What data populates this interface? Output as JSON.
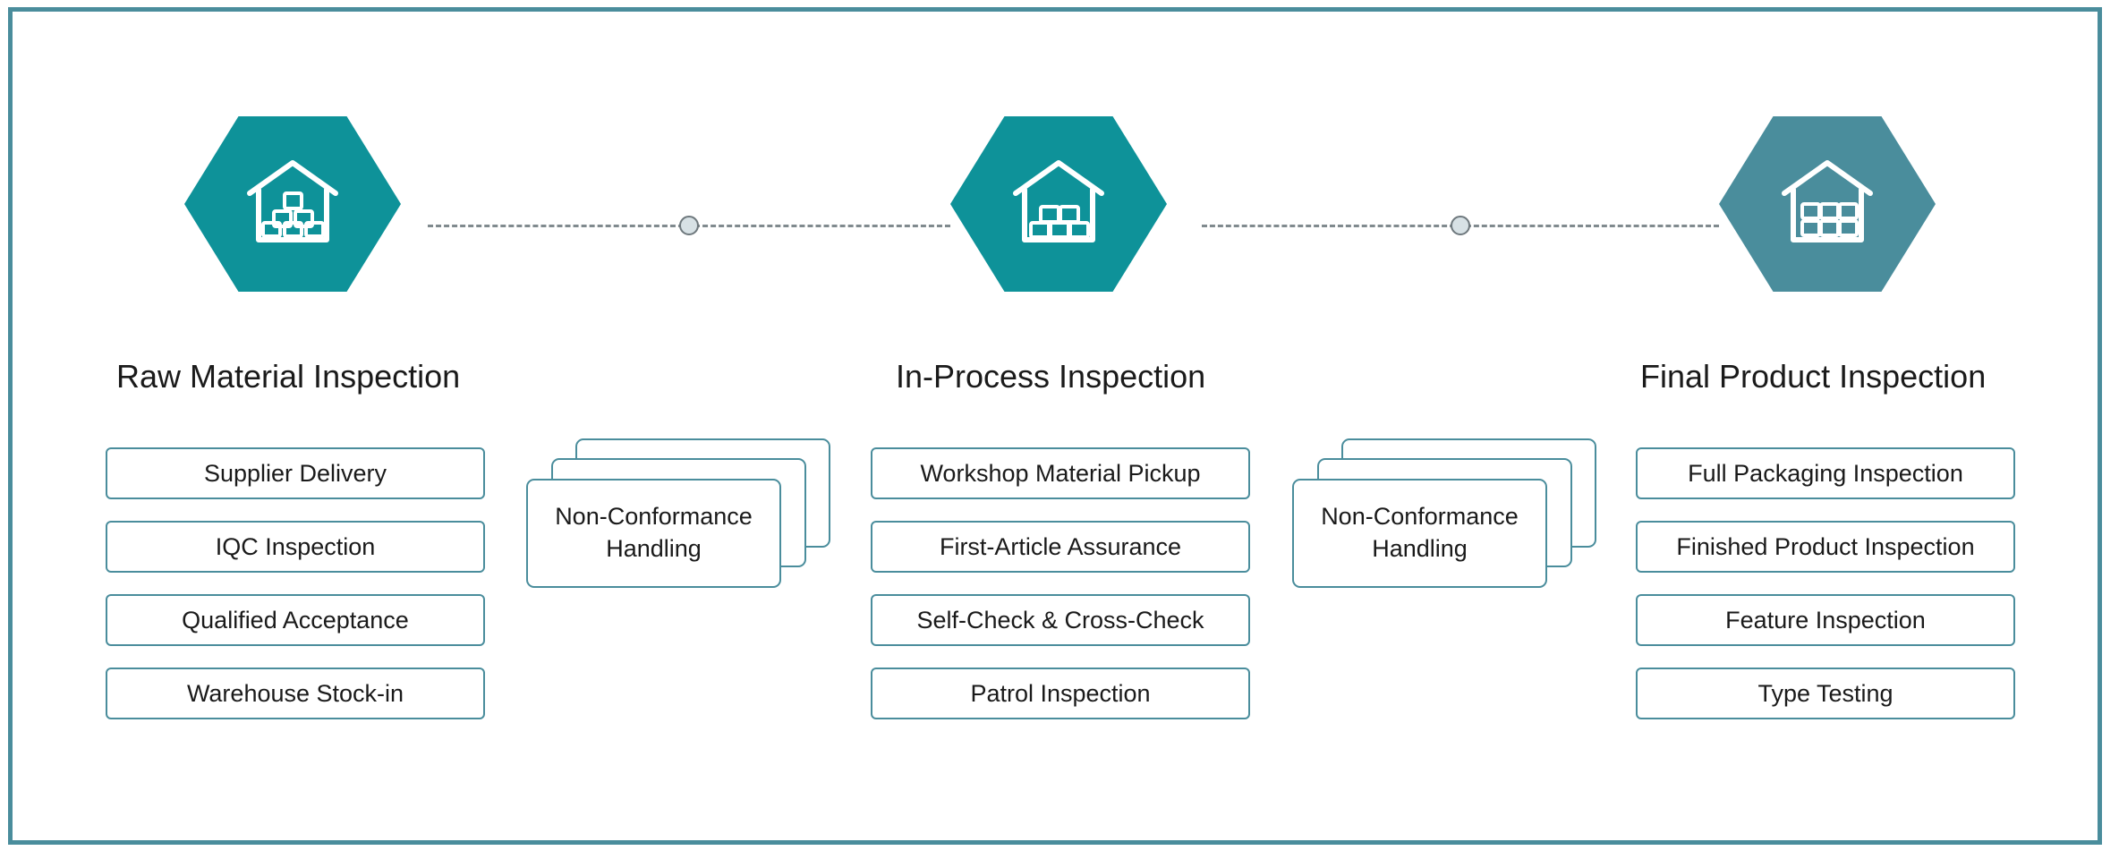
{
  "frame": {
    "border_color": "#4A8D9C",
    "background": "#ffffff"
  },
  "palette": {
    "teal": "#0E9299",
    "slate_teal": "#4A8D9C",
    "node_fill": "#D7E1E5",
    "node_border": "#6E787D",
    "dash_line": "#808A8E",
    "text": "#1A1A1A"
  },
  "stages": [
    {
      "title": "Raw Material Inspection",
      "hex_color": "#0E9299",
      "icon": "warehouse-boxes-pyramid-icon",
      "steps": [
        "Supplier Delivery",
        "IQC Inspection",
        "Qualified Acceptance",
        "Warehouse Stock-in"
      ]
    },
    {
      "title": "In-Process Inspection",
      "hex_color": "#0E9299",
      "icon": "warehouse-boxes-stack-icon",
      "steps": [
        "Workshop Material Pickup",
        "First-Article Assurance",
        "Self-Check & Cross-Check",
        "Patrol Inspection"
      ]
    },
    {
      "title": "Final Product Inspection",
      "hex_color": "#4A8D9C",
      "icon": "warehouse-boxes-grid-icon",
      "steps": [
        "Full Packaging Inspection",
        "Finished Product Inspection",
        "Feature Inspection",
        "Type Testing"
      ]
    }
  ],
  "branches": [
    {
      "label_line1": "Non-Conformance",
      "label_line2": "Handling"
    },
    {
      "label_line1": "Non-Conformance",
      "label_line2": "Handling"
    }
  ],
  "connectors": [
    {
      "style": "dashed",
      "node": "circle"
    },
    {
      "style": "dashed",
      "node": "circle"
    }
  ]
}
